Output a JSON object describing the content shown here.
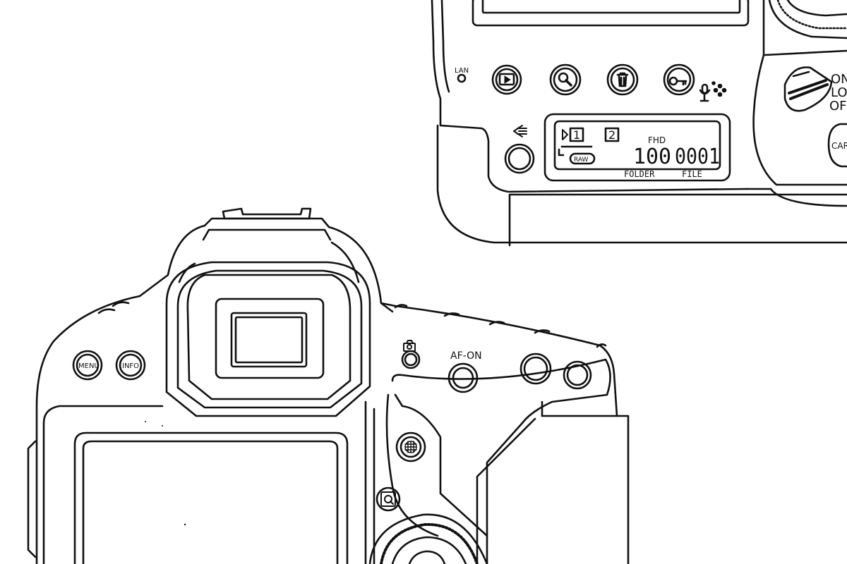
{
  "colors": {
    "ink": "#111111",
    "paper": "#ffffff"
  },
  "top_body": {
    "lan_label": "LAN",
    "buttons": [
      {
        "name": "playback-button",
        "icon": "play-icon"
      },
      {
        "name": "magnify-button",
        "icon": "magnify-icon"
      },
      {
        "name": "erase-button",
        "icon": "trash-icon"
      },
      {
        "name": "protect-button",
        "icon": "key-icon"
      }
    ],
    "voice_memo_icon": "microphone-icon",
    "lcd": {
      "card1": "1",
      "card2": "2",
      "quality": "FHD",
      "raw": "RAW",
      "folder_number": "100",
      "file_number": "0001",
      "folder_label": "FOLDER",
      "file_label": "FILE"
    },
    "power_switch": {
      "on": "ON",
      "lock": "LO",
      "off": "OF"
    },
    "card_button": "CAR"
  },
  "bottom_body": {
    "menu_button": "MENU",
    "info_button": "INFO",
    "live_view_icon": "camera-icon",
    "af_on_label": "AF-ON",
    "af_on_button": "",
    "multi_controller_icon": "multi-controller-icon",
    "quick_control_icon": "quick-control-icon"
  }
}
